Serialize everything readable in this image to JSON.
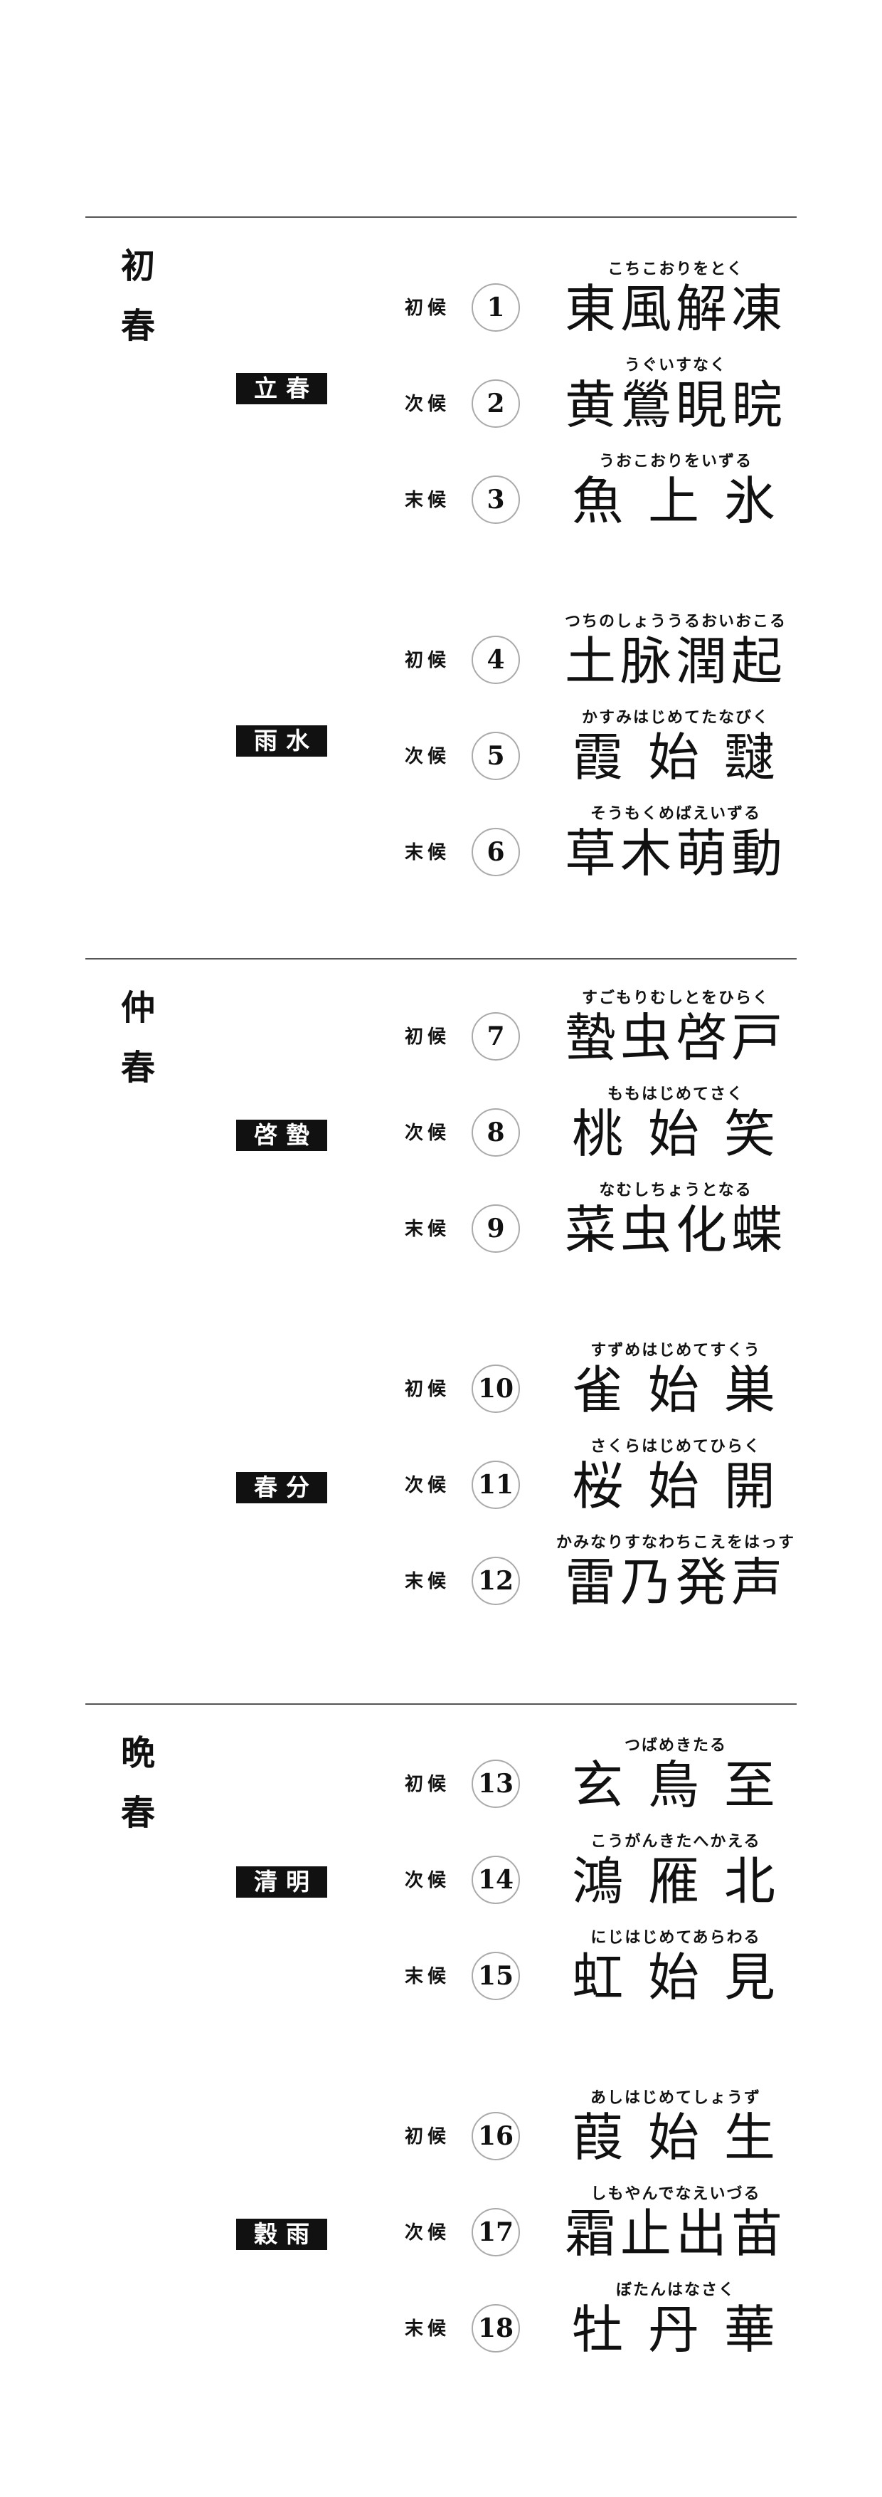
{
  "sections": [
    {
      "season": [
        "初",
        "春"
      ],
      "groups": [
        {
          "label": "立春",
          "rows": [
            {
              "ko": "初候",
              "num": "1",
              "kana": "こちこおりをとく",
              "name": "東風解凍"
            },
            {
              "ko": "次候",
              "num": "2",
              "kana": "うぐいすなく",
              "name": "黄鶯睍睆"
            },
            {
              "ko": "末候",
              "num": "3",
              "kana": "うおこおりをいずる",
              "name": "魚 上 氷"
            }
          ]
        },
        {
          "label": "雨水",
          "rows": [
            {
              "ko": "初候",
              "num": "4",
              "kana": "つちのしょううるおいおこる",
              "name": "土脉潤起"
            },
            {
              "ko": "次候",
              "num": "5",
              "kana": "かすみはじめてたなびく",
              "name": "霞 始 靆"
            },
            {
              "ko": "末候",
              "num": "6",
              "kana": "そうもくめばえいずる",
              "name": "草木萌動"
            }
          ]
        }
      ]
    },
    {
      "season": [
        "仲",
        "春"
      ],
      "groups": [
        {
          "label": "啓蟄",
          "rows": [
            {
              "ko": "初候",
              "num": "7",
              "kana": "すごもりむしとをひらく",
              "name": "蟄虫啓戸"
            },
            {
              "ko": "次候",
              "num": "8",
              "kana": "ももはじめてさく",
              "name": "桃 始 笑"
            },
            {
              "ko": "末候",
              "num": "9",
              "kana": "なむしちょうとなる",
              "name": "菜虫化蝶"
            }
          ]
        },
        {
          "label": "春分",
          "rows": [
            {
              "ko": "初候",
              "num": "10",
              "kana": "すずめはじめてすくう",
              "name": "雀 始 巣"
            },
            {
              "ko": "次候",
              "num": "11",
              "kana": "さくらはじめてひらく",
              "name": "桜 始 開"
            },
            {
              "ko": "末候",
              "num": "12",
              "kana": "かみなりすなわちこえをはっす",
              "name": "雷乃発声"
            }
          ]
        }
      ]
    },
    {
      "season": [
        "晩",
        "春"
      ],
      "groups": [
        {
          "label": "清明",
          "rows": [
            {
              "ko": "初候",
              "num": "13",
              "kana": "つばめきたる",
              "name": "玄 鳥 至"
            },
            {
              "ko": "次候",
              "num": "14",
              "kana": "こうがんきたへかえる",
              "name": "鴻 雁 北"
            },
            {
              "ko": "末候",
              "num": "15",
              "kana": "にじはじめてあらわる",
              "name": "虹 始 見"
            }
          ]
        },
        {
          "label": "穀雨",
          "rows": [
            {
              "ko": "初候",
              "num": "16",
              "kana": "あしはじめてしょうず",
              "name": "葭 始 生"
            },
            {
              "ko": "次候",
              "num": "17",
              "kana": "しもやんでなえいづる",
              "name": "霜止出苗"
            },
            {
              "ko": "末候",
              "num": "18",
              "kana": "ぼたんはなさく",
              "name": "牡 丹 華"
            }
          ]
        }
      ]
    }
  ]
}
